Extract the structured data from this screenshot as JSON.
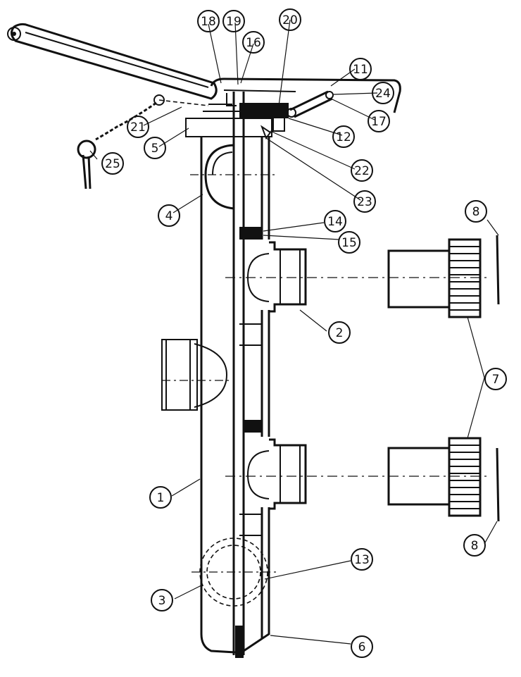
{
  "diagram": {
    "callouts": [
      {
        "id": "c1",
        "label": "1"
      },
      {
        "id": "c2",
        "label": "2"
      },
      {
        "id": "c3",
        "label": "3"
      },
      {
        "id": "c4",
        "label": "4"
      },
      {
        "id": "c5",
        "label": "5"
      },
      {
        "id": "c6",
        "label": "6"
      },
      {
        "id": "c7",
        "label": "7"
      },
      {
        "id": "c8a",
        "label": "8"
      },
      {
        "id": "c8b",
        "label": "8"
      },
      {
        "id": "c11",
        "label": "11"
      },
      {
        "id": "c12",
        "label": "12"
      },
      {
        "id": "c13",
        "label": "13"
      },
      {
        "id": "c14",
        "label": "14"
      },
      {
        "id": "c15",
        "label": "15"
      },
      {
        "id": "c16",
        "label": "16"
      },
      {
        "id": "c17",
        "label": "17"
      },
      {
        "id": "c18",
        "label": "18"
      },
      {
        "id": "c19",
        "label": "19"
      },
      {
        "id": "c20",
        "label": "20"
      },
      {
        "id": "c21",
        "label": "21"
      },
      {
        "id": "c22",
        "label": "22"
      },
      {
        "id": "c23",
        "label": "23"
      },
      {
        "id": "c24",
        "label": "24"
      },
      {
        "id": "c25",
        "label": "25"
      }
    ]
  }
}
